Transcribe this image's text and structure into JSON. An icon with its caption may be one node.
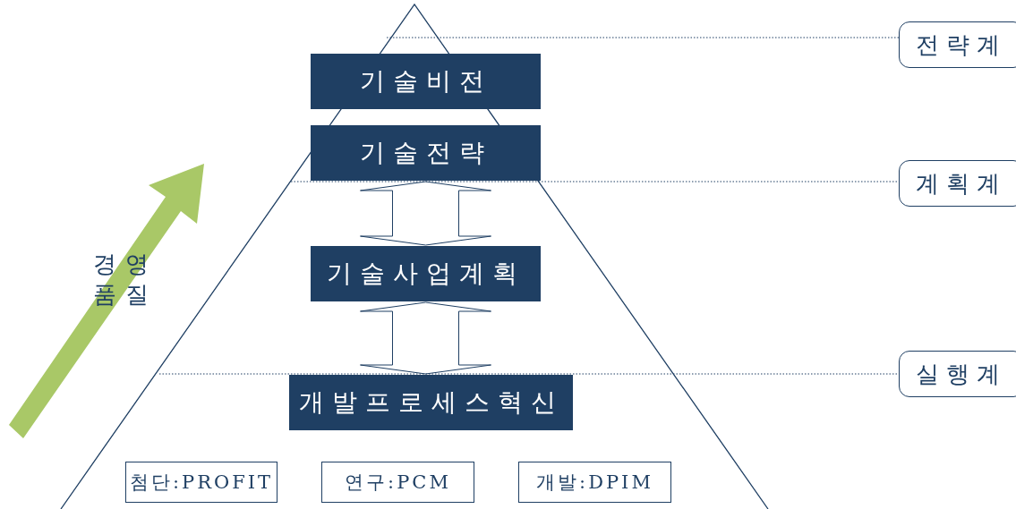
{
  "diagram": {
    "nodes": [
      {
        "text": [
          "기술비전"
        ]
      },
      {
        "text": [
          "기술전략"
        ]
      },
      {
        "text": [
          "기술사업계획"
        ]
      },
      {
        "text": [
          "개발프로세스혁신"
        ]
      },
      {
        "text": [
          "첨단:PROFIT"
        ]
      },
      {
        "text": [
          "연구:PCM"
        ]
      },
      {
        "text": [
          "개발:DPIM"
        ]
      },
      {
        "text": [
          "전략계"
        ]
      },
      {
        "text": [
          "계획계"
        ]
      },
      {
        "text": [
          "실행계"
        ]
      }
    ],
    "edges": [
      {
        "from": 1,
        "to": 2,
        "arrow": "both"
      },
      {
        "from": 2,
        "to": 3,
        "arrow": "both"
      },
      {
        "from": null,
        "to": 7,
        "arrow": "none",
        "style": "dashed"
      },
      {
        "from": null,
        "to": 8,
        "arrow": "none",
        "style": "dashed"
      },
      {
        "from": null,
        "to": 9,
        "arrow": "none",
        "style": "dashed"
      }
    ],
    "labels": [
      "경영 품질"
    ]
  }
}
